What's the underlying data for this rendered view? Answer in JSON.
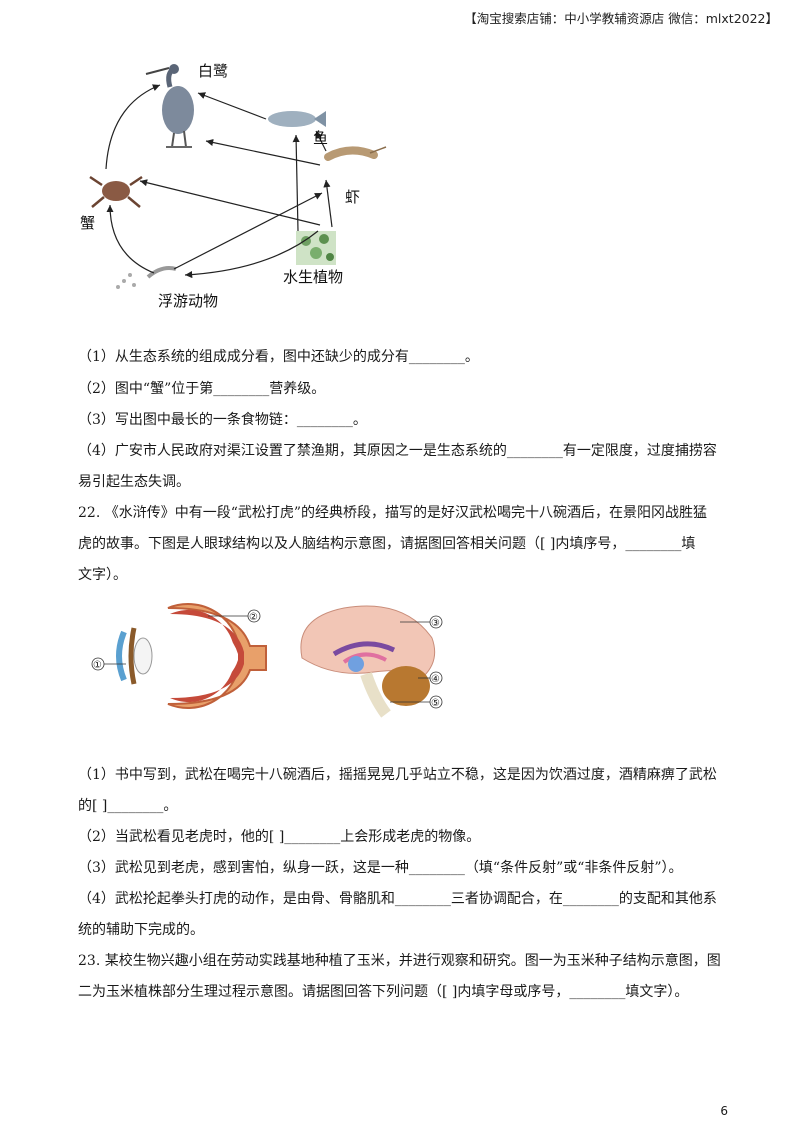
{
  "header": "【淘宝搜索店铺：中小学教辅资源店 微信：mlxt2022】",
  "food_web": {
    "labels": {
      "egret": "白鹭",
      "fish": "鱼",
      "shrimp": "虾",
      "crab": "蟹",
      "plants": "水生植物",
      "zooplankton": "浮游动物"
    }
  },
  "q21": {
    "lines": [
      "（1）从生态系统的组成成分看，图中还缺少的成分有________。",
      "（2）图中“蟹”位于第________营养级。",
      "（3）写出图中最长的一条食物链：________。",
      "（4）广安市人民政府对渠江设置了禁渔期，其原因之一是生态系统的________有一定限度，过度捕捞容",
      "易引起生态失调。"
    ]
  },
  "q22": {
    "stem": [
      "22. 《水浒传》中有一段“武松打虎”的经典桥段，描写的是好汉武松喝完十八碗酒后，在景阳冈战胜猛",
      "虎的故事。下图是人眼球结构以及人脑结构示意图，请据图回答相关问题（[     ]内填序号，________填",
      "文字）。"
    ],
    "eye_labels": [
      "①",
      "②"
    ],
    "brain_labels": [
      "③",
      "④",
      "⑤"
    ],
    "subs": [
      "（1）书中写到，武松在喝完十八碗酒后，摇摇晃晃几乎站立不稳，这是因为饮酒过度，酒精麻痹了武松",
      "的[     ]________。",
      "（2）当武松看见老虎时，他的[     ]________上会形成老虎的物像。",
      "（3）武松见到老虎，感到害怕，纵身一跃，这是一种________（填“条件反射”或“非条件反射”）。",
      "（4）武松抡起拳头打虎的动作，是由骨、骨骼肌和________三者协调配合，在________的支配和其他系",
      "统的辅助下完成的。"
    ]
  },
  "q23": {
    "stem": [
      "23. 某校生物兴趣小组在劳动实践基地种植了玉米，并进行观察和研究。图一为玉米种子结构示意图，图",
      "二为玉米植株部分生理过程示意图。请据图回答下列问题（[     ]内填字母或序号，________填文字）。"
    ]
  },
  "page_number": "6"
}
